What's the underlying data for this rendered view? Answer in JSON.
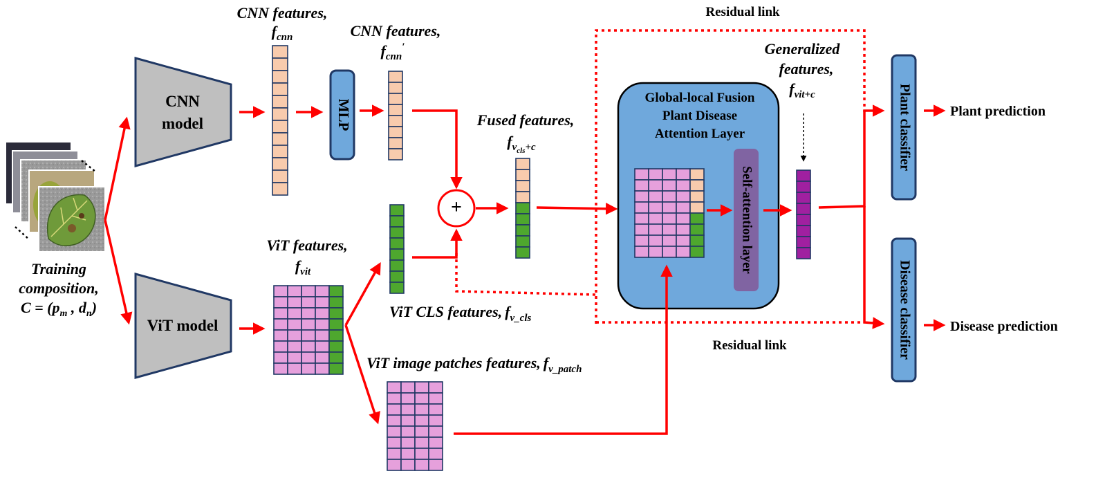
{
  "diagram": {
    "cnn_model": "CNN model",
    "vit_model": "ViT model",
    "mlp": "MLP",
    "training_composition": {
      "line1": "Training",
      "line2": "composition,",
      "formula": "C = (p",
      "pm_sub": "m",
      "mid": " ,  d",
      "dn_sub": "n",
      "close": ")"
    },
    "cnn_features": {
      "title": "CNN features,",
      "symbol": "f",
      "sub": "cnn"
    },
    "cnn_features_prime": {
      "title": "CNN features,",
      "symbol": "f",
      "sub": "cnn",
      "prime": "′"
    },
    "vit_features": {
      "title": "ViT features,",
      "symbol": "f",
      "sub": "vit"
    },
    "vit_cls_features": {
      "title": "ViT CLS features,",
      "symbol": "f",
      "sub": "v_cls"
    },
    "vit_patch_features": {
      "title": "ViT image patches features,",
      "symbol": "f",
      "sub": "v_patch"
    },
    "fused_features": {
      "title": "Fused features,",
      "symbol": "f",
      "sub": "v",
      "subsub": "cls",
      "tail": "+c"
    },
    "generalized_features": {
      "line1": "Generalized",
      "line2": "features,",
      "symbol": "f",
      "sub": "vit+c"
    },
    "fusion_layer": {
      "line1": "Global-local Fusion",
      "line2": "Plant Disease",
      "line3": "Attention Layer"
    },
    "self_attention": "Self-attention layer",
    "plant_classifier": "Plant classifier",
    "disease_classifier": "Disease classifier",
    "plant_prediction": "Plant prediction",
    "disease_prediction": "Disease prediction",
    "residual_link_top": "Residual link",
    "residual_link_bottom": "Residual link",
    "plus": "+"
  },
  "colors": {
    "arrow": "#ff0000",
    "cnn_cell": "#f8cbad",
    "vit_cls_cell": "#4ea72e",
    "patch_cell": "#e6a0dc",
    "generalized_cell": "#a020a0",
    "model_fill": "#bfbfbf",
    "fusion_fill": "#6fa8dc",
    "self_attention_fill": "#8064a2",
    "classifier_fill": "#6fa8dc"
  }
}
